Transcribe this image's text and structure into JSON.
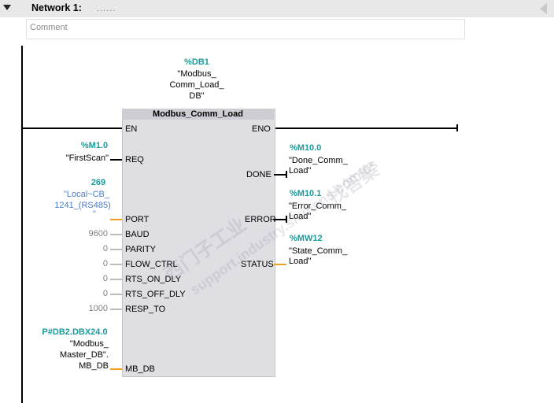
{
  "network": {
    "title": "Network 1:",
    "dots": "......",
    "comment_placeholder": "Comment"
  },
  "instance_db": {
    "address": "%DB1",
    "name_lines": [
      "\"Modbus_",
      "Comm_Load_",
      "DB\""
    ]
  },
  "block": {
    "title": "Modbus_Comm_Load",
    "inputs": [
      "EN",
      "REQ",
      "PORT",
      "BAUD",
      "PARITY",
      "FLOW_CTRL",
      "RTS_ON_DLY",
      "RTS_OFF_DLY",
      "RESP_TO",
      "MB_DB"
    ],
    "outputs": [
      "ENO",
      "DONE",
      "ERROR",
      "STATUS"
    ]
  },
  "req": {
    "address": "%M1.0",
    "name": "\"FirstScan\""
  },
  "port": {
    "value": "269",
    "name_lines": [
      "\"Local~CB_",
      "1241_(RS485)",
      "\""
    ]
  },
  "consts": {
    "baud": "9600",
    "parity": "0",
    "flow_ctrl": "0",
    "rts_on_dly": "0",
    "rts_off_dly": "0",
    "resp_to": "1000"
  },
  "mb_db": {
    "address": "P#DB2.DBX24.0",
    "name_lines": [
      "\"Modbus_",
      "Master_DB\".",
      "MB_DB"
    ]
  },
  "done": {
    "address": "%M10.0",
    "name_lines": [
      "\"Done_Comm_",
      "Load\""
    ]
  },
  "error": {
    "address": "%M10.1",
    "name_lines": [
      "\"Error_Comm_",
      "Load\""
    ]
  },
  "status": {
    "address": "%MW12",
    "name_lines": [
      "\"State_Comm_",
      "Load\""
    ]
  },
  "watermark": {
    "line1": "西门子工业",
    "line2": "support.industry.siemens.com/cs",
    "line3": "找答案"
  },
  "colors": {
    "accent_teal": "#1a9b9b",
    "wire_orange": "#f0a020",
    "block_fill": "#dedee3"
  }
}
